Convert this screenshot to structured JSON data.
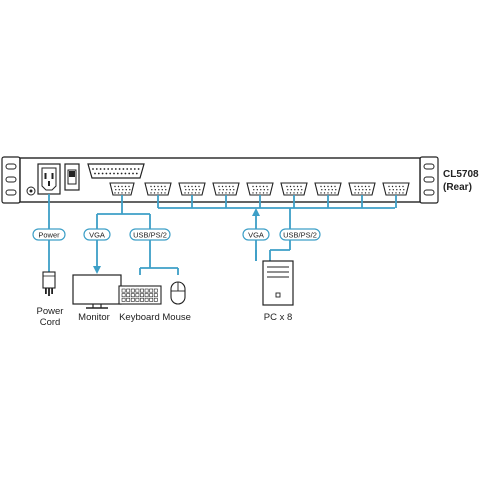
{
  "model": {
    "name": "CL5708",
    "view": "(Rear)"
  },
  "tags": {
    "power": "Power",
    "vga_console": "VGA",
    "usb_console": "USB/PS/2",
    "vga_pc": "VGA",
    "usb_pc": "USB/PS/2"
  },
  "labels": {
    "power_cord_line1": "Power",
    "power_cord_line2": "Cord",
    "monitor": "Monitor",
    "keyboard_mouse": "Keyboard Mouse",
    "pc": "PC x 8"
  },
  "colors": {
    "cable": "#3d9fc7",
    "outline": "#222222",
    "panel_fill": "#ffffff",
    "tag_border": "#3d9fc7"
  },
  "icons": {
    "power_socket": "power-socket-icon",
    "power_switch": "power-switch-icon",
    "db25_port": "db25-port-icon",
    "console_port": "console-port-icon",
    "kvm_port": "kvm-port-icon",
    "plug": "power-plug-icon",
    "monitor": "monitor-icon",
    "keyboard": "keyboard-icon",
    "mouse": "mouse-icon",
    "pc": "pc-tower-icon"
  },
  "kvm_port_count": 8
}
